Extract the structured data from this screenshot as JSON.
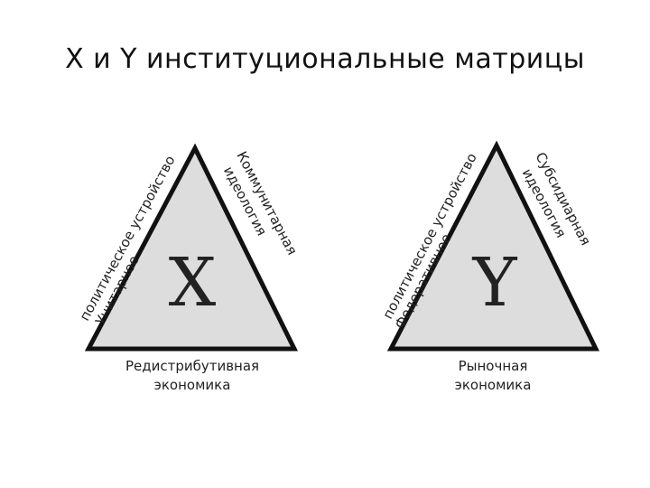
{
  "title": "X и Y институциональные матрицы",
  "colors": {
    "fill": "#dddddd",
    "stroke": "#111111",
    "text": "#222222"
  },
  "matrices": [
    {
      "letter": "X",
      "left_label_outer": "политическое устройство",
      "left_label_inner": "Унитарное",
      "right_label_outer": "Коммунитарная",
      "right_label_inner": "идеология",
      "bottom_line1": "Редистрибутивная",
      "bottom_line2": "экономика"
    },
    {
      "letter": "Y",
      "left_label_outer": "политическое устройство",
      "left_label_inner": "Федеративное",
      "right_label_outer": "Субсидиарная",
      "right_label_inner": "идеология",
      "bottom_line1": "Рыночная",
      "bottom_line2": "экономика"
    }
  ]
}
